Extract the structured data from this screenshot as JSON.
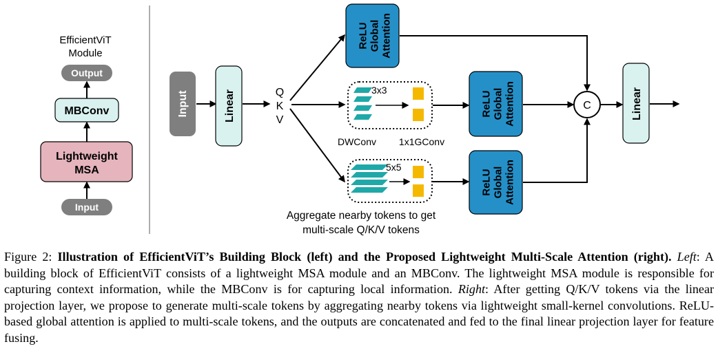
{
  "left_panel": {
    "title_line1": "EfficientViT",
    "title_line2": "Module",
    "output_label": "Output",
    "mbconv_label": "MBConv",
    "msa_line1": "Lightweight",
    "msa_line2": "MSA",
    "input_label": "Input"
  },
  "right_panel": {
    "input_label": "Input",
    "linear_label": "Linear",
    "q_label": "Q",
    "k_label": "K",
    "v_label": "V",
    "relu_line1": "ReLU",
    "relu_line2": "Global",
    "relu_line3": "Attention",
    "kernel_3x3": "3x3",
    "kernel_5x5": "5x5",
    "dwconv_label": "DWConv",
    "gconv_label": "1x1GConv",
    "concat_label": "C",
    "final_linear_label": "Linear",
    "aggregate_line1": "Aggregate nearby tokens to get",
    "aggregate_line2": "multi-scale Q/K/V tokens"
  },
  "colors": {
    "attention_blue": "#2590c8",
    "linear_fill": "#d9f2f0",
    "msa_fill": "#e5b4bc",
    "gray_fill": "#7f7f7f",
    "teal": "#1fa8a8",
    "yellow": "#f5b800"
  },
  "caption": {
    "figure_num": "Figure 2:",
    "title": "Illustration of EfficientViT’s Building Block (left) and the Proposed Lightweight Multi-Scale Attention (right).",
    "left_label": "Left",
    "left_text": ": A building block of EfficientViT consists of a lightweight MSA module and an MBConv. The lightweight MSA module is responsible for capturing context information, while the MBConv is for capturing local information.",
    "right_label": "Right",
    "right_text": ": After getting Q/K/V tokens via the linear projection layer, we propose to generate multi-scale tokens by aggregating nearby tokens via lightweight small-kernel convolutions. ReLU-based global attention is applied to multi-scale tokens, and the outputs are concatenated and fed to the final linear projection layer for feature fusing."
  }
}
